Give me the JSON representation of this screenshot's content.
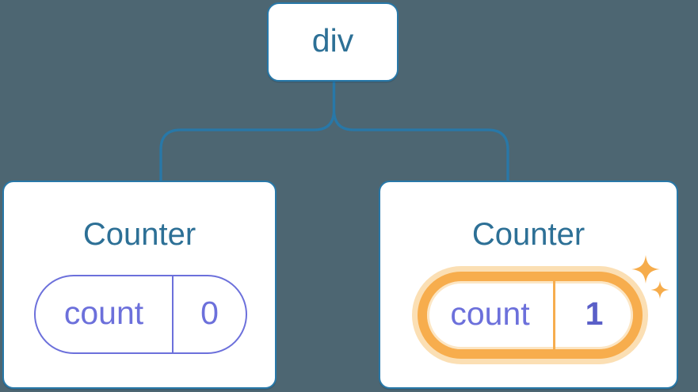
{
  "diagram": {
    "root_node": {
      "label": "div"
    },
    "children": [
      {
        "title": "Counter",
        "state_label": "count",
        "state_value": "0",
        "highlighted": false
      },
      {
        "title": "Counter",
        "state_label": "count",
        "state_value": "1",
        "highlighted": true
      }
    ]
  },
  "icons": {
    "sparkles": "state-updated-sparkles"
  },
  "colors": {
    "background": "#4D6672",
    "node_border_blue": "#2878A8",
    "node_text_blue": "#2D7096",
    "connector_blue": "#2878A8",
    "state_purple": "#6C70DB",
    "state_value_bold_purple": "#5A5FC8",
    "highlight_orange": "#F7AD4D",
    "highlight_glow_orange": "#FBDFB4",
    "sparkle_orange": "#F6AC4B",
    "card_background": "#FFFFFF"
  }
}
